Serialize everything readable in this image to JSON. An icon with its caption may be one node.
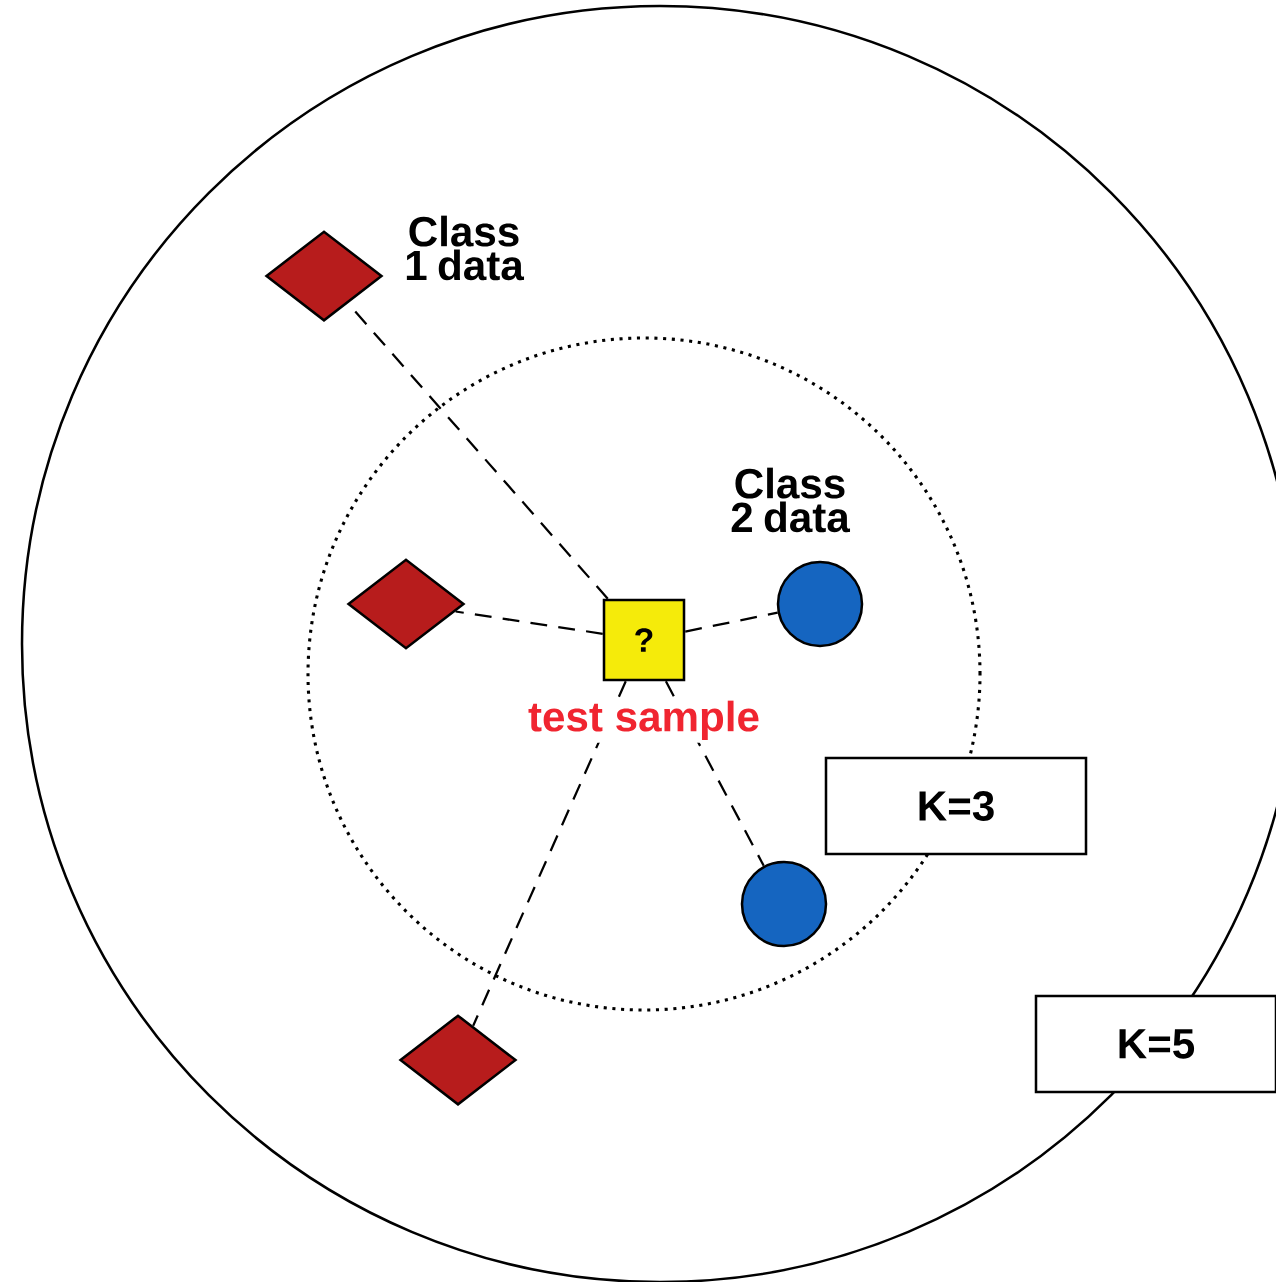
{
  "diagram": {
    "nodes": [
      {
        "text": [],
        "shape": "diamond"
      },
      {
        "text": [],
        "shape": "diamond"
      },
      {
        "text": [
          "?"
        ],
        "beside": [
          "test sample"
        ]
      },
      {
        "text": [],
        "shape": "circle"
      },
      {
        "text": [
          "K=3"
        ]
      },
      {
        "text": [],
        "shape": "circle"
      },
      {
        "text": [],
        "shape": "diamond"
      },
      {
        "text": [
          "K=5"
        ]
      }
    ],
    "edges": [
      {
        "from": 2,
        "to": 0,
        "arrow": "none",
        "style": "dashed"
      },
      {
        "from": 2,
        "to": 1,
        "arrow": "none",
        "style": "dashed"
      },
      {
        "from": 2,
        "to": 3,
        "arrow": "none",
        "style": "dashed"
      },
      {
        "from": 2,
        "to": 5,
        "arrow": "none",
        "style": "dashed"
      },
      {
        "from": 2,
        "to": 6,
        "arrow": "none",
        "style": "dashed"
      }
    ],
    "labels": [
      "Class 1 data",
      "Class 2 data"
    ]
  }
}
